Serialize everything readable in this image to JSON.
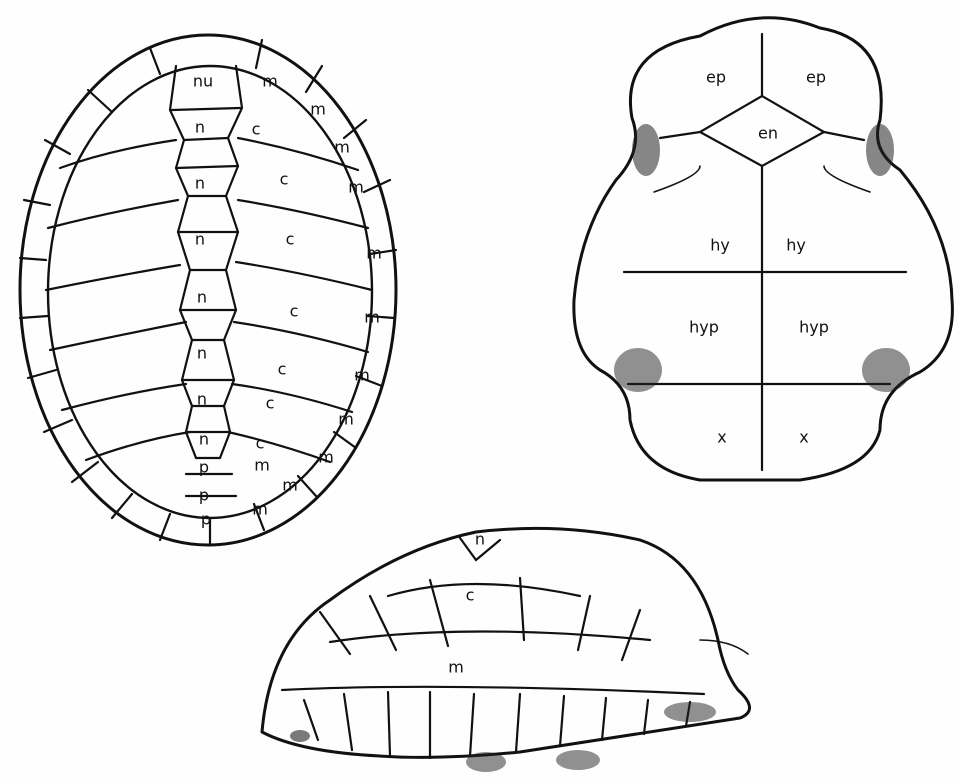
{
  "carapace": {
    "labels": {
      "nu": "nu",
      "n": "n",
      "c": "c",
      "m": "m",
      "p": "p"
    }
  },
  "plastron": {
    "labels": {
      "ep": "ep",
      "en": "en",
      "hy": "hy",
      "hyp": "hyp",
      "x": "x"
    }
  },
  "side_view": {
    "labels": {
      "n": "n",
      "c": "c",
      "m": "m"
    }
  }
}
